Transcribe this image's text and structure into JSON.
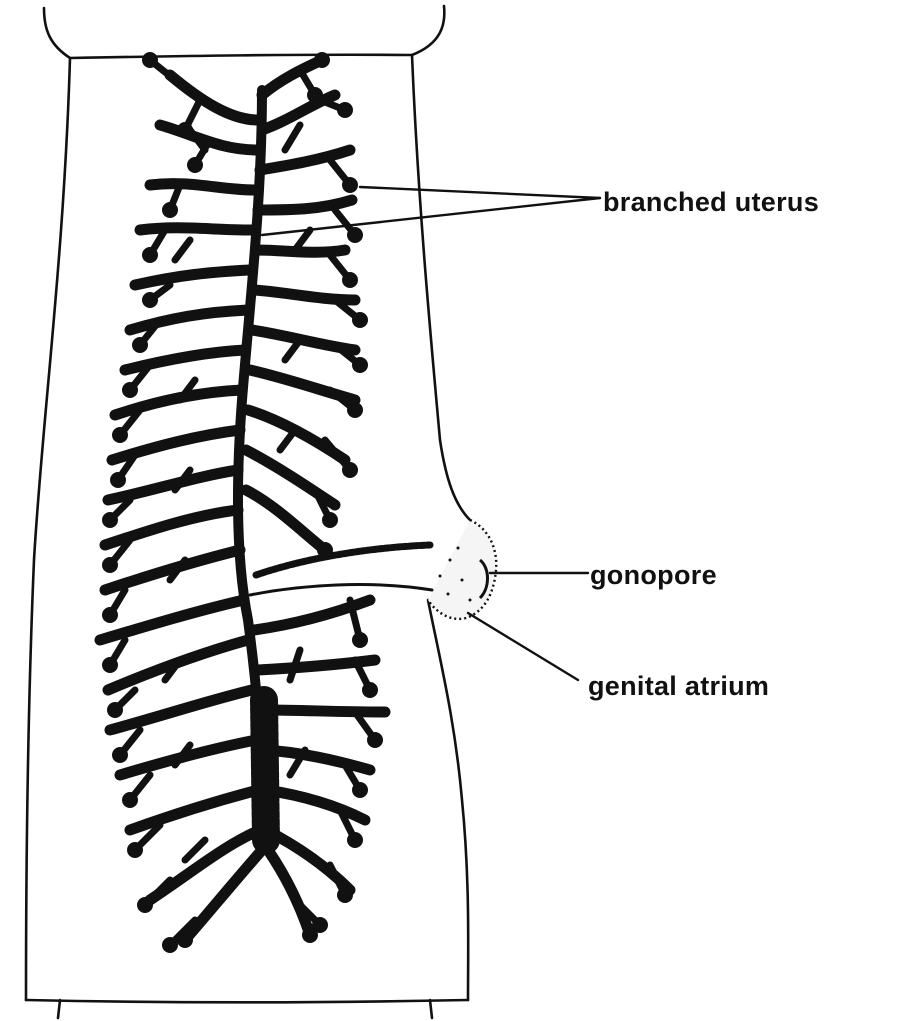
{
  "labels": {
    "branched_uterus": "branched uterus",
    "gonopore": "gonopore",
    "genital_atrium": "genital atrium"
  },
  "colors": {
    "ink": "#111111",
    "background": "#ffffff"
  }
}
